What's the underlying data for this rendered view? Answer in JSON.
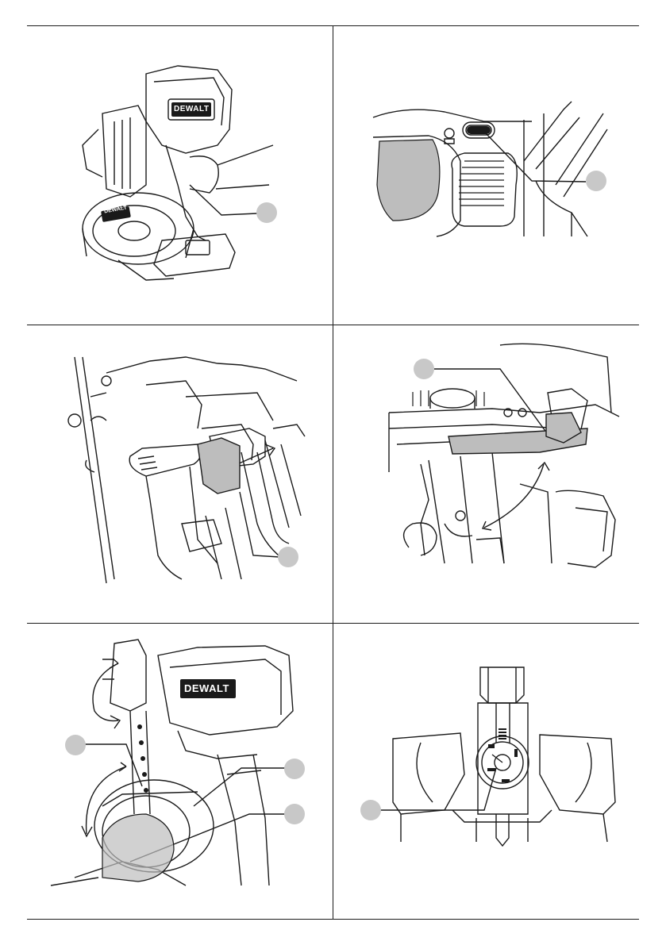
{
  "page": {
    "background": "#ffffff",
    "line_color": "#1a1a1a",
    "callout_fill": "#c8c8c8",
    "shade_fill": "#bdbdbd"
  },
  "panels": [
    {
      "id": "fig-a",
      "brand": "DEWALT",
      "brand_secondary": "DEWALT",
      "callouts": [
        ""
      ]
    },
    {
      "id": "fig-b",
      "callouts": [
        ""
      ]
    },
    {
      "id": "fig-c",
      "callouts": [
        ""
      ]
    },
    {
      "id": "fig-d",
      "callouts": [
        ""
      ]
    },
    {
      "id": "fig-e",
      "brand": "DEWALT",
      "callouts": [
        "",
        "",
        ""
      ]
    },
    {
      "id": "fig-f",
      "callouts": [
        ""
      ]
    }
  ]
}
